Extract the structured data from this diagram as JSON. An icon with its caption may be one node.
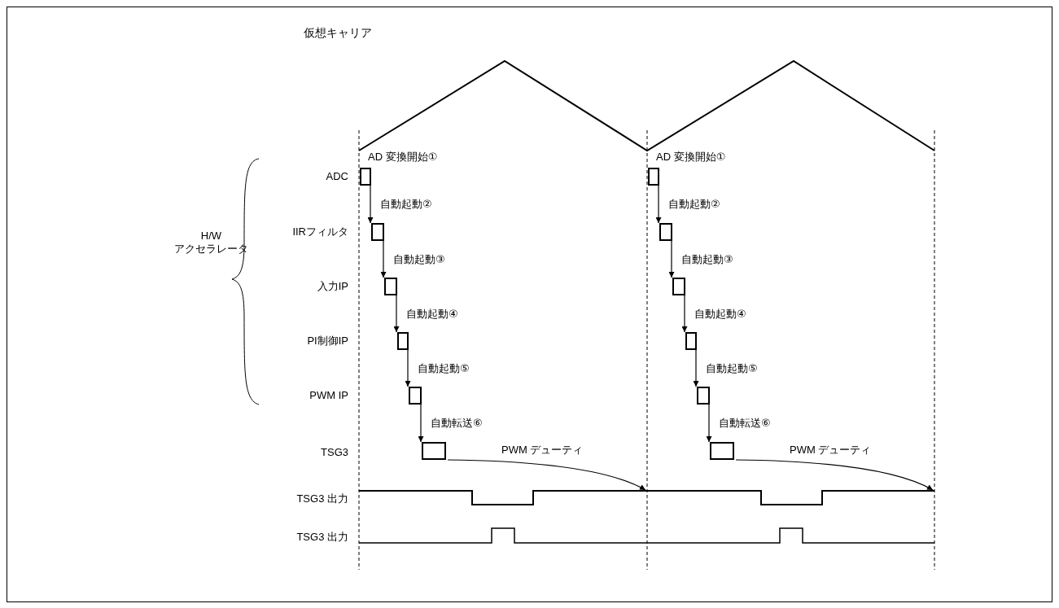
{
  "diagram": {
    "nodes": [
      {
        "text": [],
        "shape": "box"
      },
      {
        "text": [],
        "shape": "box"
      },
      {
        "text": [],
        "shape": "box"
      },
      {
        "text": [],
        "shape": "box"
      },
      {
        "text": [],
        "shape": "box"
      },
      {
        "text": [],
        "shape": "box"
      },
      {
        "text": [],
        "shape": "box"
      },
      {
        "text": [],
        "shape": "box"
      },
      {
        "text": [],
        "shape": "box"
      },
      {
        "text": [],
        "shape": "box"
      },
      {
        "text": [],
        "shape": "box"
      },
      {
        "text": [],
        "shape": "box"
      },
      {
        "text": [],
        "shape": "line"
      }
    ],
    "edges": [
      {
        "from": 0,
        "to": 1,
        "arrow": "to",
        "label": "自動起動②"
      },
      {
        "from": 1,
        "to": 2,
        "arrow": "to",
        "label": "自動起動③"
      },
      {
        "from": 2,
        "to": 3,
        "arrow": "to",
        "label": "自動起動④"
      },
      {
        "from": 3,
        "to": 4,
        "arrow": "to",
        "label": "自動起動⑤"
      },
      {
        "from": 4,
        "to": 5,
        "arrow": "to",
        "label": "自動転送⑥"
      },
      {
        "from": 5,
        "to": 12,
        "arrow": "to",
        "label": "PWM デューティ"
      },
      {
        "from": 6,
        "to": 7,
        "arrow": "to",
        "label": "自動起動②"
      },
      {
        "from": 7,
        "to": 8,
        "arrow": "to",
        "label": "自動起動③"
      },
      {
        "from": 8,
        "to": 9,
        "arrow": "to",
        "label": "自動起動④"
      },
      {
        "from": 9,
        "to": 10,
        "arrow": "to",
        "label": "自動起動⑤"
      },
      {
        "from": 10,
        "to": 11,
        "arrow": "to",
        "label": "自動転送⑥"
      },
      {
        "from": 11,
        "to": 12,
        "arrow": "to",
        "label": "PWM デューティ"
      }
    ],
    "labels": [
      "仮想キャリア",
      "AD 変換開始①",
      "AD 変換開始①",
      "H/W アクセラレータ",
      "ADC",
      "IIRフィルタ",
      "入力IP",
      "PI制御IP",
      "PWM IP",
      "TSG3",
      "TSG3 出力",
      "TSG3 出力"
    ]
  }
}
